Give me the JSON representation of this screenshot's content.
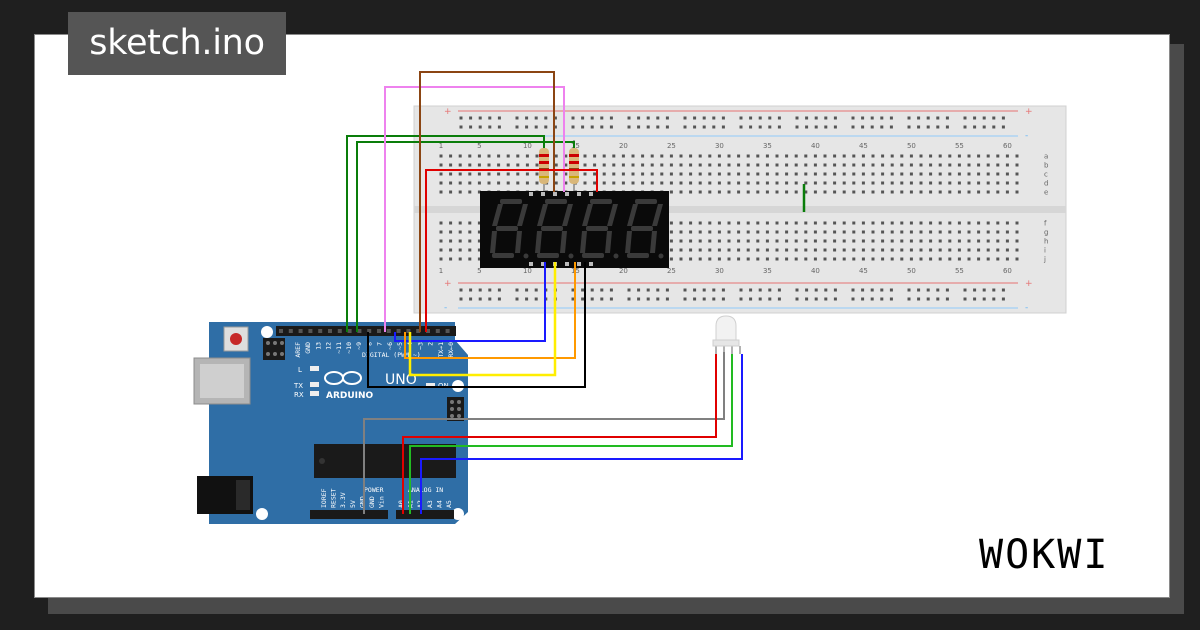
{
  "window": {
    "title": "sketch.ino",
    "brand": "WOKWI"
  },
  "breadboard": {
    "column_labels": [
      "1",
      "5",
      "10",
      "15",
      "20",
      "25",
      "30",
      "35",
      "40",
      "45",
      "50",
      "55",
      "60"
    ],
    "row_labels_top": [
      "a",
      "b",
      "c",
      "d",
      "e"
    ],
    "row_labels_bottom": [
      "f",
      "g",
      "h",
      "i",
      "j"
    ],
    "rail_plus": "+",
    "rail_minus": "-"
  },
  "arduino": {
    "model": "UNO",
    "brand": "ARDUINO",
    "header_digital": "DIGITAL (PWM ~)",
    "header_power": "POWER",
    "header_analog": "ANALOG IN",
    "pins_digital": [
      "AREF",
      "GND",
      "13",
      "12",
      "~11",
      "~10",
      "~9",
      "8",
      "7",
      "~6",
      "~5",
      "4",
      "~3",
      "2",
      "TX→1",
      "RX←0"
    ],
    "pins_power": [
      "IOREF",
      "RESET",
      "3.3V",
      "5V",
      "GND",
      "GND",
      "Vin"
    ],
    "pins_analog": [
      "A0",
      "A1",
      "A2",
      "A3",
      "A4",
      "A5"
    ],
    "leds": [
      "L",
      "TX",
      "RX"
    ],
    "on_label": "ON"
  },
  "display": {
    "type": "7-segment",
    "digits": 4
  },
  "colors": {
    "wire_green": "#0a7d0a",
    "wire_pink": "#ee82ee",
    "wire_brown": "#8b4513",
    "wire_red": "#e00000",
    "wire_blue": "#1a1aff",
    "wire_orange": "#ff9900",
    "wire_yellow": "#ffee00",
    "wire_black": "#000000",
    "wire_gray": "#808080",
    "board_blue": "#2f6ea6",
    "breadboard": "#e8e8e8"
  }
}
